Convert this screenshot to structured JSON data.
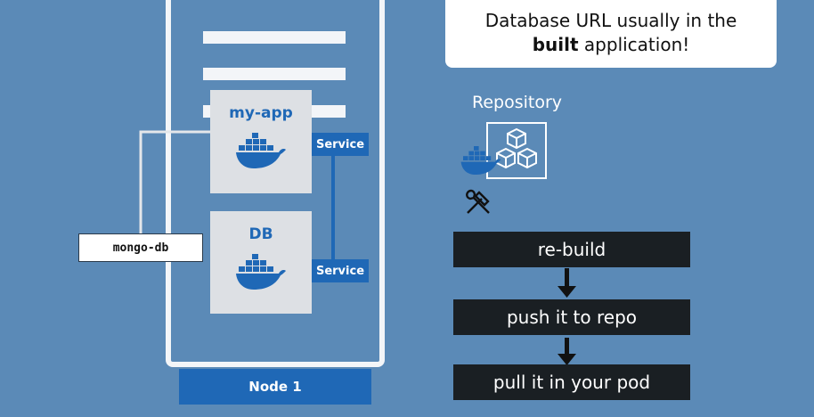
{
  "node": {
    "label": "Node 1"
  },
  "apps": [
    {
      "title": "my-app",
      "service": "Service"
    },
    {
      "title": "DB",
      "service": "Service"
    }
  ],
  "external": {
    "label": "mongo-db"
  },
  "callout": {
    "before": "Database URL usually in the",
    "bold": "built",
    "after": " application!"
  },
  "repository": {
    "label": "Repository"
  },
  "steps": [
    "re-build",
    "push it to repo",
    "pull it in your pod"
  ],
  "colors": {
    "background": "#5b8ab7",
    "accent": "#1f68b6",
    "card": "#dde0e4",
    "step": "#1a1f23"
  }
}
